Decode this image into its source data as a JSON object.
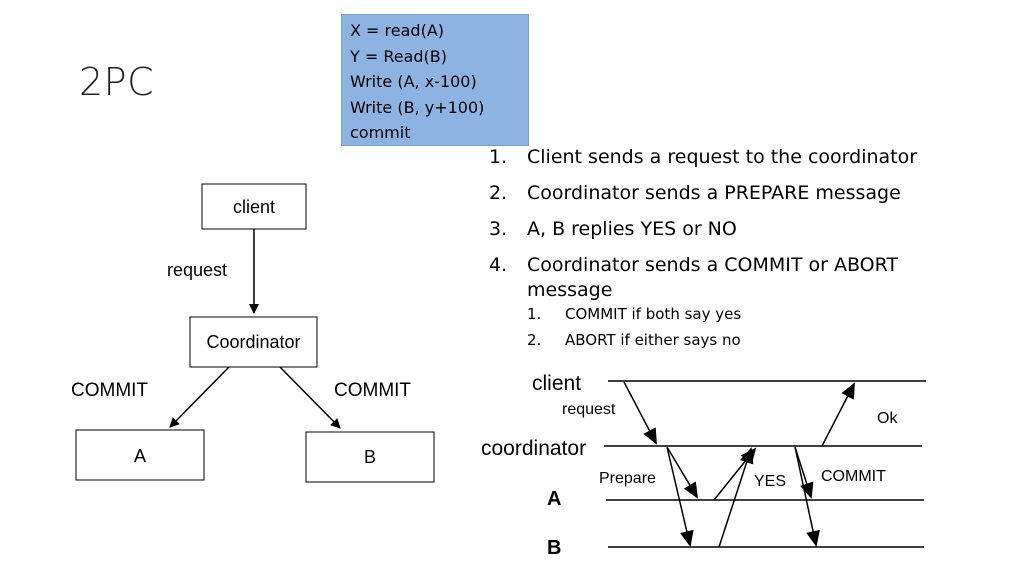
{
  "title": "2PC",
  "code": [
    "X = read(A)",
    "Y = Read(B)",
    "Write (A, x-100)",
    "Write (B, y+100)",
    "commit"
  ],
  "steps": [
    {
      "num": "1.",
      "text": "Client sends a request to the coordinator"
    },
    {
      "num": "2.",
      "text": "Coordinator sends a PREPARE message"
    },
    {
      "num": "3.",
      "text": "A, B replies YES or NO"
    },
    {
      "num": "4.",
      "text": "Coordinator sends a COMMIT or ABORT message"
    }
  ],
  "substeps": [
    {
      "num": "1.",
      "text": "COMMIT if both say yes"
    },
    {
      "num": "2.",
      "text": "ABORT if either says no"
    }
  ],
  "tree": {
    "client": "client",
    "request": "request",
    "coordinator": "Coordinator",
    "commit_left": "COMMIT",
    "commit_right": "COMMIT",
    "node_a": "A",
    "node_b": "B"
  },
  "timeline": {
    "client": "client",
    "request": "request",
    "ok": "Ok",
    "coordinator": "coordinator",
    "prepare": "Prepare",
    "yes": "YES",
    "commit": "COMMIT",
    "a": "A",
    "b": "B"
  }
}
